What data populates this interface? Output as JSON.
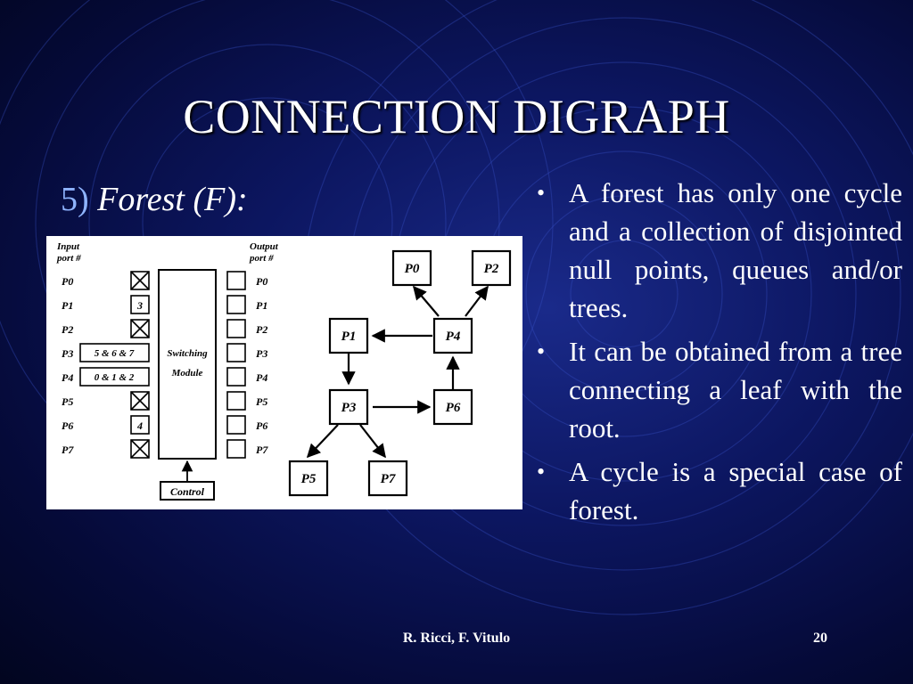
{
  "slide": {
    "title": "CONNECTION DIGRAPH",
    "section_number": "5)",
    "section_label": "Forest (F):",
    "bullets": [
      "A forest has only one cycle and a collection of disjointed null points, queues and/or trees.",
      "It can be obtained from a tree connecting a leaf with the root.",
      "A cycle is a special case of forest."
    ],
    "footer_author": "R. Ricci, F. Vitulo",
    "page_number": "20"
  },
  "figure": {
    "input_header_1": "Input",
    "input_header_2": "port #",
    "output_header_1": "Output",
    "output_header_2": "port #",
    "ports": [
      "P0",
      "P1",
      "P2",
      "P3",
      "P4",
      "P5",
      "P6",
      "P7"
    ],
    "input_markers": [
      "X",
      "3",
      "X",
      "5 & 6 & 7",
      "0 & 1 & 2",
      "X",
      "4",
      "X"
    ],
    "module_label_1": "Switching",
    "module_label_2": "Module",
    "control_label": "Control",
    "graph_nodes": [
      "P0",
      "P2",
      "P1",
      "P4",
      "P3",
      "P6",
      "P5",
      "P7"
    ]
  },
  "colors": {
    "background": "#0c1660",
    "text": "#ffffff",
    "section_number": "#8fb4ff"
  }
}
